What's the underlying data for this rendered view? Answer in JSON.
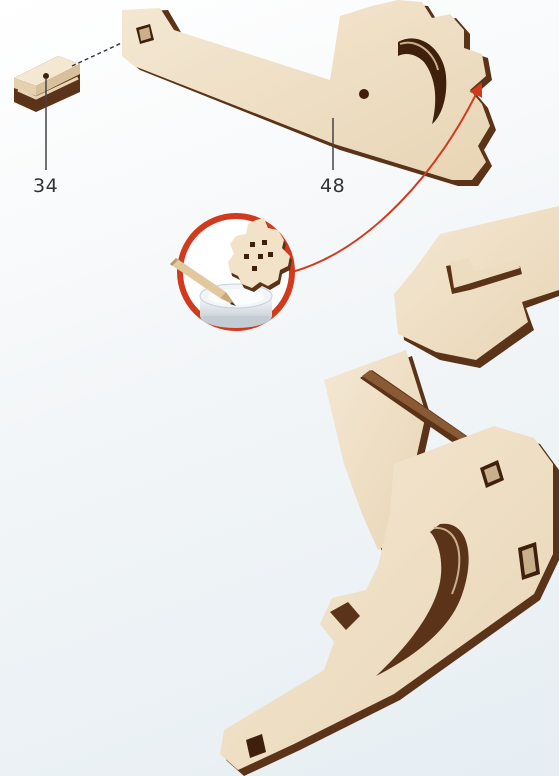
{
  "parts": [
    {
      "id": "part-34",
      "number": "34"
    },
    {
      "id": "part-48",
      "number": "48"
    }
  ],
  "colors": {
    "wood_face": "#ecdcc0",
    "wood_face_light": "#f4e8d3",
    "wood_edge": "#5a3318",
    "wood_edge_dark": "#3e200d",
    "arrow": "#d23a1e",
    "callout_ring": "#d23a1e",
    "leader_line": "#444444",
    "wax_dish": "#e6e9ec"
  },
  "icons": {
    "wax_callout": "wax-lubrication-icon",
    "pencil": "pencil-icon",
    "gear": "gear-icon"
  }
}
